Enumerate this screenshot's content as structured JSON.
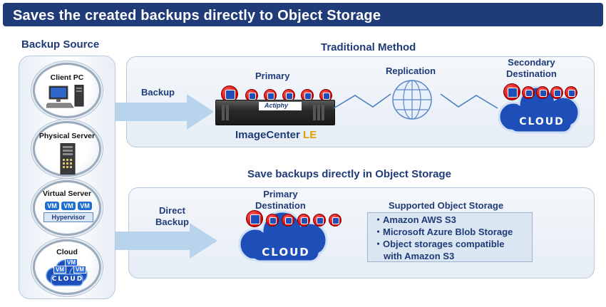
{
  "banner": {
    "title": "Saves the created backups directly to Object Storage"
  },
  "source": {
    "heading": "Backup Source",
    "items": [
      {
        "label": "Client PC"
      },
      {
        "label": "Physical Server"
      },
      {
        "label": "Virtual Server"
      },
      {
        "label": "Cloud"
      }
    ],
    "vm_label": "VM",
    "hypervisor_label": "Hypervisor",
    "cloud_word": "CLOUD"
  },
  "traditional": {
    "heading": "Traditional Method",
    "backup_label": "Backup",
    "primary_label": "Primary",
    "replication_label": "Replication",
    "secondary_label": "Secondary\nDestination",
    "server_brand": "Actiphy",
    "product_name": "ImageCenter",
    "product_suffix": "LE",
    "cloud_word": "CLOUD"
  },
  "direct": {
    "heading": "Save backups directly in Object Storage",
    "backup_label": "Direct\nBackup",
    "primary_label": "Primary\nDestination",
    "cloud_word": "CLOUD",
    "storage_heading": "Supported Object Storage",
    "storage_items": [
      "・Amazon AWS S3",
      "・Microsoft Azure Blob Storage",
      "・Object storages compatible"
    ],
    "storage_item_cont": "with Amazon S3"
  },
  "colors": {
    "banner": "#1f3b78",
    "heading": "#1f3b78",
    "arrow": "#b8d3ec",
    "cloud": "#1e4fb8",
    "badge": "#d40000"
  }
}
